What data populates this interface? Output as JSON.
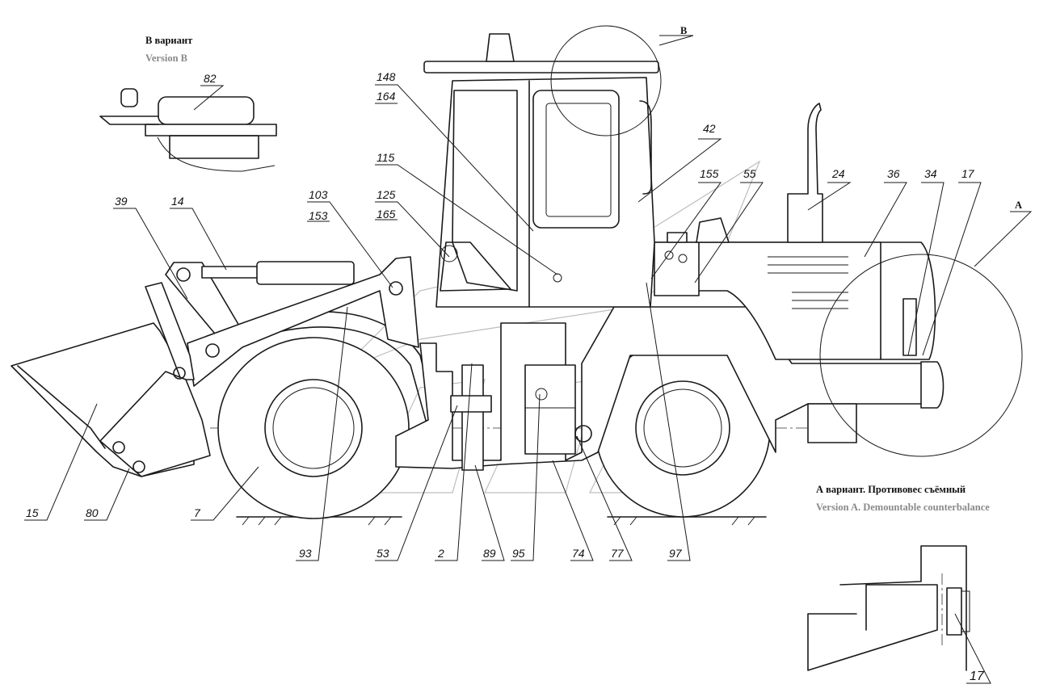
{
  "captions": {
    "version_b_ru": "В вариант",
    "version_b_en": "Version B",
    "version_a_ru": "А вариант. Противовес съёмный",
    "version_a_en": "Version A. Demountable counterbalance",
    "view_b": "В",
    "view_a": "А"
  },
  "callouts": [
    "148",
    "164",
    "115",
    "125",
    "165",
    "103",
    "153",
    "39",
    "14",
    "42",
    "155",
    "55",
    "24",
    "36",
    "34",
    "17",
    "82",
    "15",
    "80",
    "7",
    "93",
    "53",
    "2",
    "89",
    "95",
    "74",
    "77",
    "97",
    "17"
  ],
  "colors": {
    "line": "#1a1a1a",
    "caption_en": "#8a8a8a",
    "watermark": "#bdbdbd"
  }
}
